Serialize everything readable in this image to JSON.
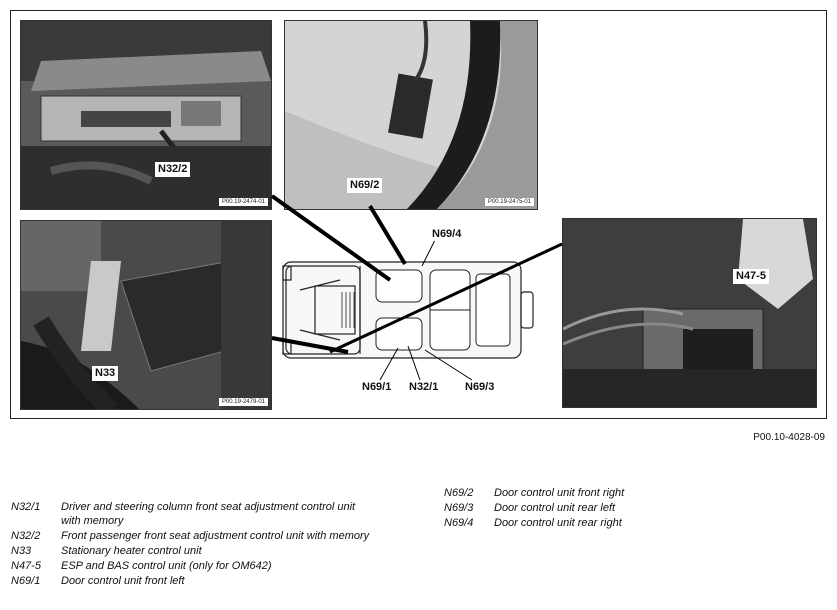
{
  "photos": [
    {
      "id": "top-left",
      "code": "P00.19-2474-01",
      "callout": "N32/2"
    },
    {
      "id": "top-middle",
      "code": "P00.19-2475-01",
      "callout": "N69/2"
    },
    {
      "id": "bottom-left",
      "code": "P00.19-2479-01",
      "callout": "N33"
    },
    {
      "id": "bottom-right",
      "code": "",
      "callout": "N47-5"
    }
  ],
  "vehicle_labels": {
    "top": "N69/4",
    "bottom_left": "N69/1",
    "bottom_center": "N32/1",
    "bottom_right": "N69/3"
  },
  "document_code": "P00.10-4028-09",
  "legend_left": [
    {
      "code": "N32/1",
      "text": "Driver and steering column front seat adjustment control unit with memory"
    },
    {
      "code": "N32/2",
      "text": "Front passenger front seat adjustment control unit with memory"
    },
    {
      "code": "N33",
      "text": "Stationary heater control unit"
    },
    {
      "code": "N47-5",
      "text": "ESP and BAS control unit (only for OM642)"
    },
    {
      "code": "N69/1",
      "text": "Door control unit front left"
    }
  ],
  "legend_right": [
    {
      "code": "N69/2",
      "text": "Door control unit front right"
    },
    {
      "code": "N69/3",
      "text": "Door control unit rear left"
    },
    {
      "code": "N69/4",
      "text": "Door control unit rear right"
    }
  ]
}
